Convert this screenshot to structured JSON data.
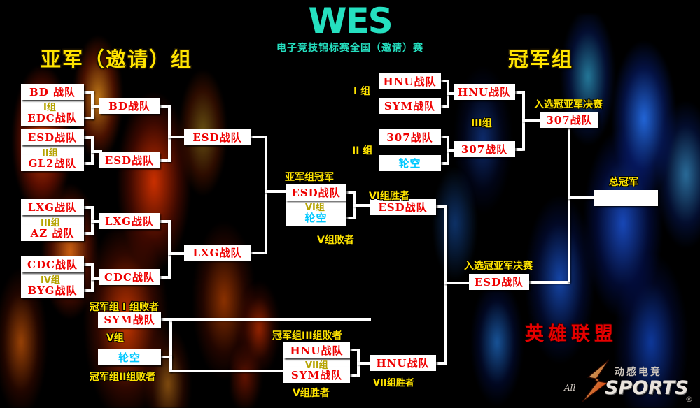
{
  "header": {
    "logo_main": "WES",
    "logo_sub": "电子竞技锦标赛全国（邀请）赛"
  },
  "titles": {
    "left": "亚军（邀请）组",
    "right": "冠军组"
  },
  "runnerup_bracket": {
    "round1": [
      {
        "group": "I组",
        "top": "BD  战队",
        "bottom": "EDC战队"
      },
      {
        "group": "II组",
        "top": "ESD战队",
        "bottom": "GL2战队"
      },
      {
        "group": "III组",
        "top": "LXG战队",
        "bottom": "AZ  战队"
      },
      {
        "group": "IV组",
        "top": "CDC战队",
        "bottom": "BYG战队"
      }
    ],
    "round2": [
      {
        "winner": "BD战队"
      },
      {
        "winner": "ESD战队"
      },
      {
        "winner": "LXG战队"
      },
      {
        "winner": "CDC战队"
      }
    ],
    "round3": [
      {
        "winner": "ESD战队"
      },
      {
        "winner": "LXG战队"
      }
    ],
    "group_v": {
      "label_top": "冠军组 I 组败者",
      "label_group": "V组",
      "label_bottom": "冠军组II组败者",
      "top": "SYM战队",
      "bottom": "轮空"
    }
  },
  "center": {
    "runnerup_champ_label": "亚军组冠军",
    "group_vi": {
      "label": "VI组",
      "top": "ESD战队",
      "bottom": "轮空"
    },
    "vi_winner_label": "VI组胜者",
    "vi_winner": "ESD战队",
    "v_loser_label": "V组败者",
    "group_vii": {
      "label_top": "冠军组III组败者",
      "label": "VII组",
      "label_bottom": "V组胜者",
      "top": "HNU战队",
      "bottom": "SYM战队"
    },
    "vii_winner_label": "VII组胜者",
    "vii_winner": "HNU战队"
  },
  "champion_bracket": {
    "round1": [
      {
        "group": "I 组",
        "top": "HNU战队",
        "bottom": "SYM战队"
      },
      {
        "group": "II 组",
        "top": "307战队",
        "bottom": "轮空"
      }
    ],
    "round2": [
      {
        "winner": "HNU战队"
      },
      {
        "winner": "307战队"
      }
    ],
    "group_iii_label": "III组",
    "final_entry_top_label": "入选冠亚军决赛",
    "final_entry_top": "307战队",
    "final_entry_bottom_label": "入选冠亚军决赛",
    "final_entry_bottom": "ESD战队",
    "grand_champion_label": "总冠军",
    "grand_champion": ""
  },
  "branding": {
    "game_title": "英雄联盟",
    "logo_all": "All",
    "logo_cn": "动感电竞",
    "logo_sports": "SPORTS",
    "logo_reg": "®"
  }
}
